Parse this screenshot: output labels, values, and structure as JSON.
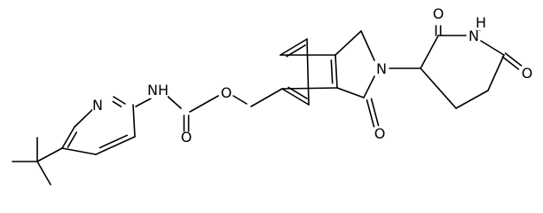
{
  "molecule": {
    "atoms": [
      {
        "id": "tBuC",
        "symbol": "C"
      },
      {
        "id": "tMe1",
        "symbol": "C"
      },
      {
        "id": "tMe2",
        "symbol": "C"
      },
      {
        "id": "tMe3",
        "symbol": "C"
      },
      {
        "id": "pC5",
        "symbol": "C"
      },
      {
        "id": "pC6",
        "symbol": "C"
      },
      {
        "id": "pN1",
        "symbol": "N",
        "label": "N"
      },
      {
        "id": "pC2",
        "symbol": "C"
      },
      {
        "id": "pC3",
        "symbol": "C"
      },
      {
        "id": "pC4",
        "symbol": "C"
      },
      {
        "id": "nh",
        "symbol": "N",
        "label": "NH"
      },
      {
        "id": "carbC",
        "symbol": "C"
      },
      {
        "id": "carbO",
        "symbol": "O",
        "label": "O"
      },
      {
        "id": "esterO",
        "symbol": "O",
        "label": "O"
      },
      {
        "id": "ch2",
        "symbol": "C"
      },
      {
        "id": "bA",
        "symbol": "C"
      },
      {
        "id": "bB",
        "symbol": "C"
      },
      {
        "id": "bC",
        "symbol": "C"
      },
      {
        "id": "bD",
        "symbol": "C"
      },
      {
        "id": "bE",
        "symbol": "C"
      },
      {
        "id": "bF",
        "symbol": "C"
      },
      {
        "id": "iCH2",
        "symbol": "C"
      },
      {
        "id": "iN",
        "symbol": "N",
        "label": "N"
      },
      {
        "id": "iCO",
        "symbol": "C"
      },
      {
        "id": "iO",
        "symbol": "O",
        "label": "O"
      },
      {
        "id": "gC3",
        "symbol": "C"
      },
      {
        "id": "gC2",
        "symbol": "C"
      },
      {
        "id": "gO2",
        "symbol": "O",
        "label": "O"
      },
      {
        "id": "gN",
        "symbol": "N",
        "label": "N"
      },
      {
        "id": "gH",
        "symbol": "H",
        "label": "H"
      },
      {
        "id": "gC6",
        "symbol": "C"
      },
      {
        "id": "gO6",
        "symbol": "O",
        "label": "O"
      },
      {
        "id": "gC5",
        "symbol": "C"
      },
      {
        "id": "gC4",
        "symbol": "C"
      }
    ],
    "bonds": [
      {
        "a": "tBuC",
        "b": "tMe1",
        "order": 1
      },
      {
        "a": "tBuC",
        "b": "tMe2",
        "order": 1
      },
      {
        "a": "tBuC",
        "b": "tMe3",
        "order": 1
      },
      {
        "a": "tBuC",
        "b": "pC5",
        "order": 1
      },
      {
        "a": "pC5",
        "b": "pC6",
        "order": 2
      },
      {
        "a": "pC6",
        "b": "pN1",
        "order": 1
      },
      {
        "a": "pN1",
        "b": "pC2",
        "order": 2
      },
      {
        "a": "pC2",
        "b": "pC3",
        "order": 1
      },
      {
        "a": "pC3",
        "b": "pC4",
        "order": 2
      },
      {
        "a": "pC4",
        "b": "pC5",
        "order": 1
      },
      {
        "a": "pC2",
        "b": "nh",
        "order": 1
      },
      {
        "a": "nh",
        "b": "carbC",
        "order": 1
      },
      {
        "a": "carbC",
        "b": "carbO",
        "order": 2
      },
      {
        "a": "carbC",
        "b": "esterO",
        "order": 1
      },
      {
        "a": "esterO",
        "b": "ch2",
        "order": 1
      },
      {
        "a": "ch2",
        "b": "bE",
        "order": 1
      },
      {
        "a": "bA",
        "b": "bB",
        "order": 2
      },
      {
        "a": "bB",
        "b": "bC",
        "order": 1
      },
      {
        "a": "bC",
        "b": "bD",
        "order": 2
      },
      {
        "a": "bD",
        "b": "bE",
        "order": 1
      },
      {
        "a": "bE",
        "b": "bF",
        "order": 2
      },
      {
        "a": "bF",
        "b": "bA",
        "order": 1
      },
      {
        "a": "bC",
        "b": "iCH2",
        "order": 1
      },
      {
        "a": "iCH2",
        "b": "iN",
        "order": 1
      },
      {
        "a": "iN",
        "b": "iCO",
        "order": 1
      },
      {
        "a": "iCO",
        "b": "bD",
        "order": 1
      },
      {
        "a": "iCO",
        "b": "iO",
        "order": 2
      },
      {
        "a": "iN",
        "b": "gC3",
        "order": 1
      },
      {
        "a": "gC3",
        "b": "gC2",
        "order": 1
      },
      {
        "a": "gC2",
        "b": "gO2",
        "order": 2
      },
      {
        "a": "gC2",
        "b": "gN",
        "order": 1
      },
      {
        "a": "gN",
        "b": "gH",
        "order": 1
      },
      {
        "a": "gN",
        "b": "gC6",
        "order": 1
      },
      {
        "a": "gC6",
        "b": "gO6",
        "order": 2
      },
      {
        "a": "gC6",
        "b": "gC5",
        "order": 1
      },
      {
        "a": "gC5",
        "b": "gC4",
        "order": 1
      },
      {
        "a": "gC4",
        "b": "gC3",
        "order": 1
      }
    ]
  }
}
